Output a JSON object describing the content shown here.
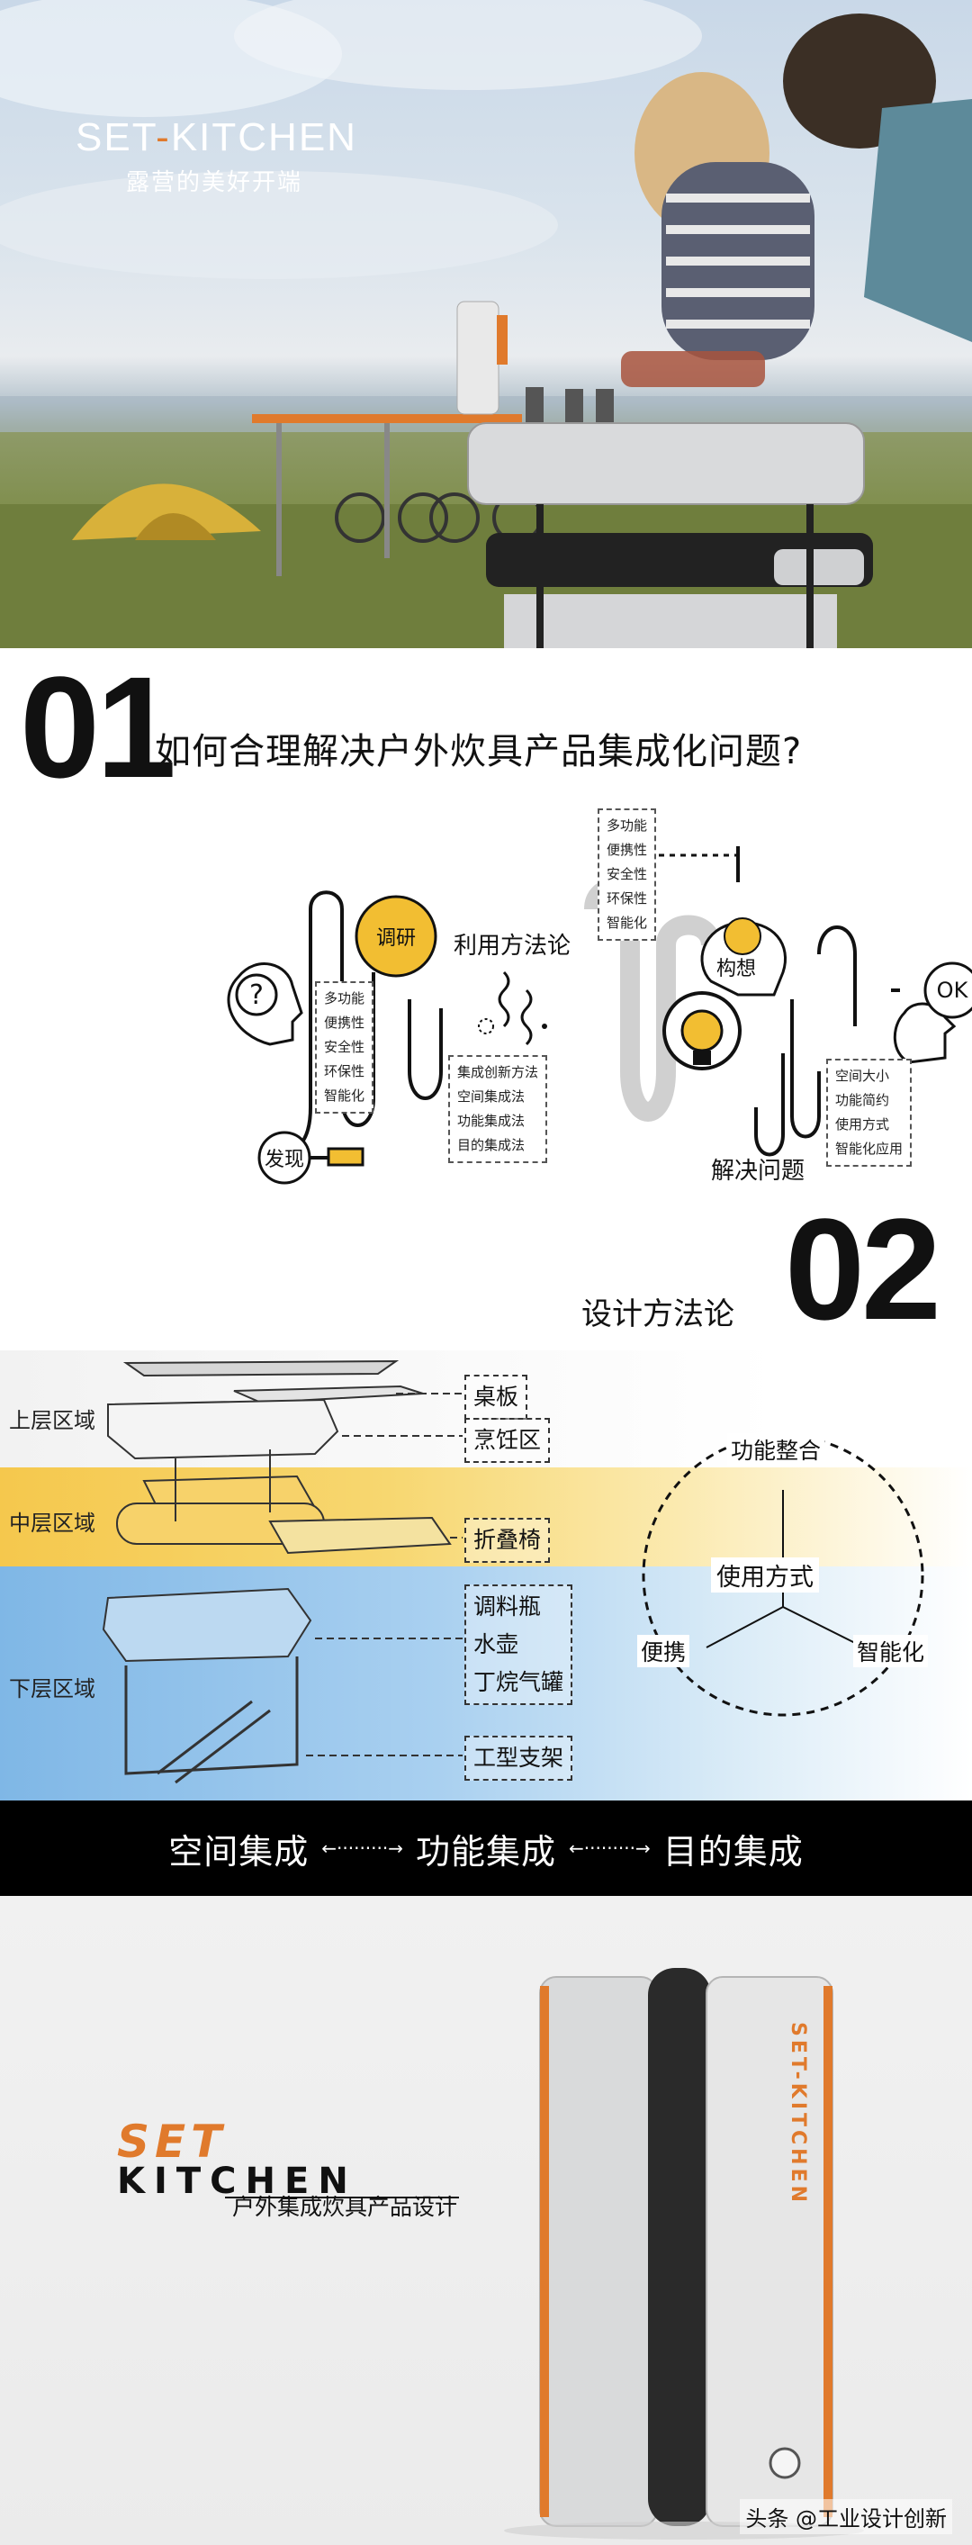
{
  "hero": {
    "brand_part1": "SET",
    "brand_dash": "-",
    "brand_part2": "KITCHEN",
    "subtitle": "露营的美好开端"
  },
  "section1": {
    "number": "01",
    "question": "如何合理解决户外炊具产品集成化问题?",
    "top_box": [
      "多功能",
      "便携性",
      "安全性",
      "环保性",
      "智能化"
    ],
    "left_box": [
      "多功能",
      "便携性",
      "安全性",
      "环保性",
      "智能化"
    ],
    "method_box": [
      "集成创新方法",
      "空间集成法",
      "功能集成法",
      "目的集成法"
    ],
    "solution_box": [
      "空间大小",
      "功能简约",
      "使用方式",
      "智能化应用"
    ],
    "question_mark": "?",
    "research": "调研",
    "method_label": "利用方法论",
    "concept": "构想",
    "discover": "发现",
    "solve": "解决问题",
    "ok": "OK"
  },
  "section2": {
    "number": "02",
    "title": "设计方法论",
    "layers": {
      "upper": "上层区域",
      "middle": "中层区域",
      "lower": "下层区域"
    },
    "parts": {
      "table_board": "桌板",
      "cooking_area": "烹饪区",
      "folding_chair": "折叠椅",
      "lower_items": [
        "调料瓶",
        "水壶",
        "丁烷气罐"
      ],
      "stand": "工型支架"
    },
    "functions": {
      "top": "功能整合",
      "center": "使用方式",
      "left": "便携",
      "right": "智能化"
    },
    "colors": {
      "middle_band": "#f7cf5a",
      "lower_band": "#8ec3ea",
      "accent": "#e07a2c"
    }
  },
  "integration_band": {
    "space": "空间集成",
    "function": "功能集成",
    "purpose": "目的集成",
    "arrow": "←·········→"
  },
  "product": {
    "logo_line1": "SET",
    "logo_line2": "KITCHEN",
    "logo_sub": "户外集成炊具产品设计",
    "side_brand": "SET-KITCHEN",
    "watermark": "头条 @工业设计创新"
  }
}
